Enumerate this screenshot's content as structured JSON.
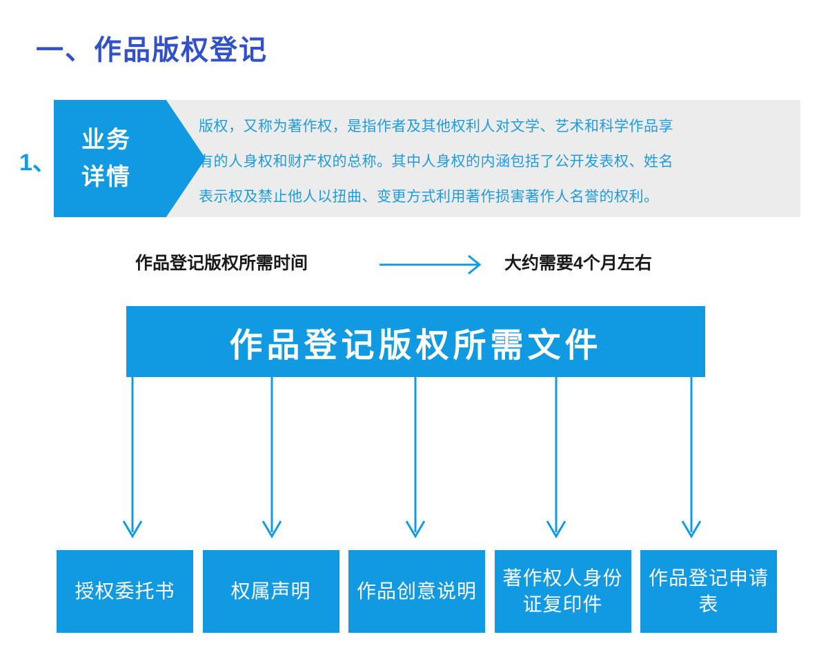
{
  "page": {
    "title": "一、作品版权登记",
    "accent_blue": "#119ae2",
    "title_blue": "#3250c8",
    "panel_gray": "#ececec",
    "text_blue": "#1d9ce0"
  },
  "section": {
    "index_label": "1、",
    "tag_line1": "业务",
    "tag_line2": "详情",
    "detail_lines": [
      "版权，又称为著作权，是指作者及其他权利人对文学、艺术和科学作品享",
      "有的人身权和财产权的总称。其中人身权的内涵包括了公开发表权、姓名",
      "表示权及禁止他人以扭曲、变更方式利用著作损害著作人名誉的权利。"
    ]
  },
  "timing": {
    "label": "作品登记版权所需时间",
    "arrow_icon": "arrow-right-icon",
    "value": "大约需要4个月左右"
  },
  "documents": {
    "banner_title": "作品登记版权所需文件",
    "arrow_icon": "arrow-down-icon",
    "items": [
      {
        "label": "授权委托书"
      },
      {
        "label": "权属声明"
      },
      {
        "label": "作品创意说明"
      },
      {
        "label": "著作权人身份证复印件"
      },
      {
        "label": "作品登记申请表"
      }
    ]
  }
}
